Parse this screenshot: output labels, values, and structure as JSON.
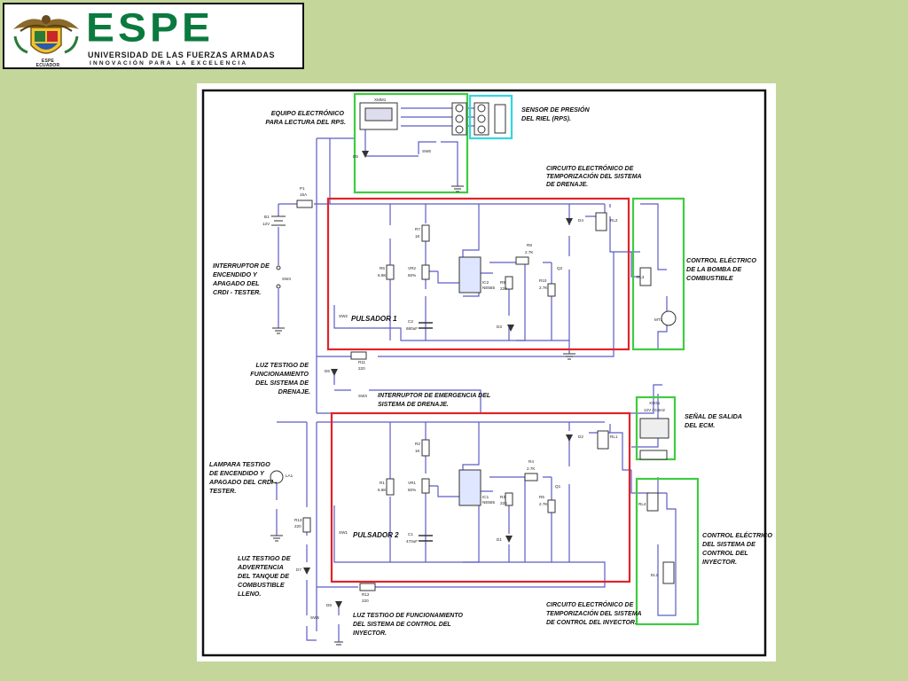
{
  "header": {
    "crest_label": "ESPE\nECUADOR",
    "brand": "ESPE",
    "university": "UNIVERSIDAD DE LAS FUERZAS ARMADAS",
    "motto": "INNOVACIÓN PARA LA EXCELENCIA"
  },
  "colors": {
    "background": "#c5d69b",
    "brand_green": "#0b7a3e",
    "red_box": "#e0242a",
    "green_box": "#3fcc3f",
    "cyan_box": "#33d6e0",
    "wire": "#5c5cc8"
  },
  "labels": {
    "rps_equipment": [
      "EQUIPO ELECTRÓNICO",
      "PARA LECTURA DEL RPS."
    ],
    "rps_sensor": [
      "SENSOR DE PRESIÓN",
      "DEL RIEL (RPS)."
    ],
    "drain_timer": [
      "CIRCUITO ELECTRÓNICO DE",
      "TEMPORIZACIÓN DEL SISTEMA",
      "DE DRENAJE."
    ],
    "main_switch": [
      "INTERRUPTOR DE",
      "ENCENDIDO Y",
      "APAGADO DEL",
      "CRDI - TESTER."
    ],
    "pump_control": [
      "CONTROL ELÉCTRICO",
      "DE LA BOMBA DE",
      "COMBUSTIBLE"
    ],
    "pushbutton1": "PULSADOR 1",
    "drain_light": [
      "LUZ TESTIGO DE",
      "FUNCIONAMIENTO",
      "DEL SISTEMA DE",
      "DRENAJE."
    ],
    "emergency_switch": [
      "INTERRUPTOR DE EMERGENCIA DEL",
      "SISTEMA DE DRENAJE."
    ],
    "ecm_signal": [
      "SEÑAL DE SALIDA",
      "DEL ECM."
    ],
    "on_lamp": [
      "LAMPARA TESTIGO",
      "DE ENCENDIDO Y",
      "APAGADO DEL CRDI -",
      "TESTER."
    ],
    "pushbutton2": "PULSADOR 2",
    "injector_control": [
      "CONTROL ELÉCTRICO",
      "DEL SISTEMA DE",
      "CONTROL DEL",
      "INYECTOR."
    ],
    "tank_light": [
      "LUZ TESTIGO DE",
      "ADVERTENCIA",
      "DEL TANQUE DE",
      "COMBUSTIBLE",
      "LLENO."
    ],
    "injector_light": [
      "LUZ TESTIGO DE FUNCIONAMIENTO",
      "DEL SISTEMA DE CONTROL DEL",
      "INYECTOR."
    ],
    "injector_timer": [
      "CIRCUITO ELECTRÓNICO DE",
      "TEMPORIZACIÓN DEL SISTEMA",
      "DE CONTROL DEL INYECTOR."
    ]
  },
  "components": {
    "xmm1": "XMM1",
    "d5": "D5",
    "sw6": "SW6",
    "p1": "P1",
    "p1_val": "15A",
    "b1": "B1",
    "b1_val": "12V",
    "sw4": "SW4",
    "r7": "R7",
    "r7_val": "1K",
    "r6": "R6",
    "r6_val": "6.8K",
    "vr2": "VR2",
    "vr2_val": "50%",
    "ic2": "IC2",
    "ic2_val": "NE555",
    "r8": "R8",
    "r8_val": "2.7K",
    "r9": "R9",
    "r9_val": "220",
    "r10": "R10",
    "r10_val": "2.7K",
    "q2": "Q2",
    "d4": "D4",
    "rl2": "RL2",
    "c2": "C2",
    "c2_val": "680uF",
    "d3": "D3",
    "sw2": "SW2",
    "rl3": "RL3",
    "mt1": "MT1",
    "d6": "D6",
    "r11": "R11",
    "r11_val": "220",
    "sw3": "SW3",
    "xsg1": "XSG1",
    "xsg1_val": "12V / 0.5Hz",
    "r2": "R2",
    "r2_val": "1K",
    "r1": "R1",
    "r1_val": "6.8K",
    "vr1": "VR1",
    "vr1_val": "50%",
    "ic1": "IC1",
    "ic1_val": "NE555",
    "r4": "R4",
    "r4_val": "2.7K",
    "r3": "R3",
    "r3_val": "220",
    "r5": "R5",
    "r5_val": "2.7K",
    "q1": "Q1",
    "d2": "D2",
    "rl1": "RL1",
    "c1": "C1",
    "c1_val": "470uF",
    "d1": "D1",
    "sw1": "SW1",
    "rl4": "RL4",
    "el1": "EL1",
    "la1": "LA1",
    "r13": "R13",
    "r13_val": "220",
    "d7": "D7",
    "r12": "R12",
    "r12_val": "220",
    "d8": "D8",
    "sw5": "SW5"
  }
}
